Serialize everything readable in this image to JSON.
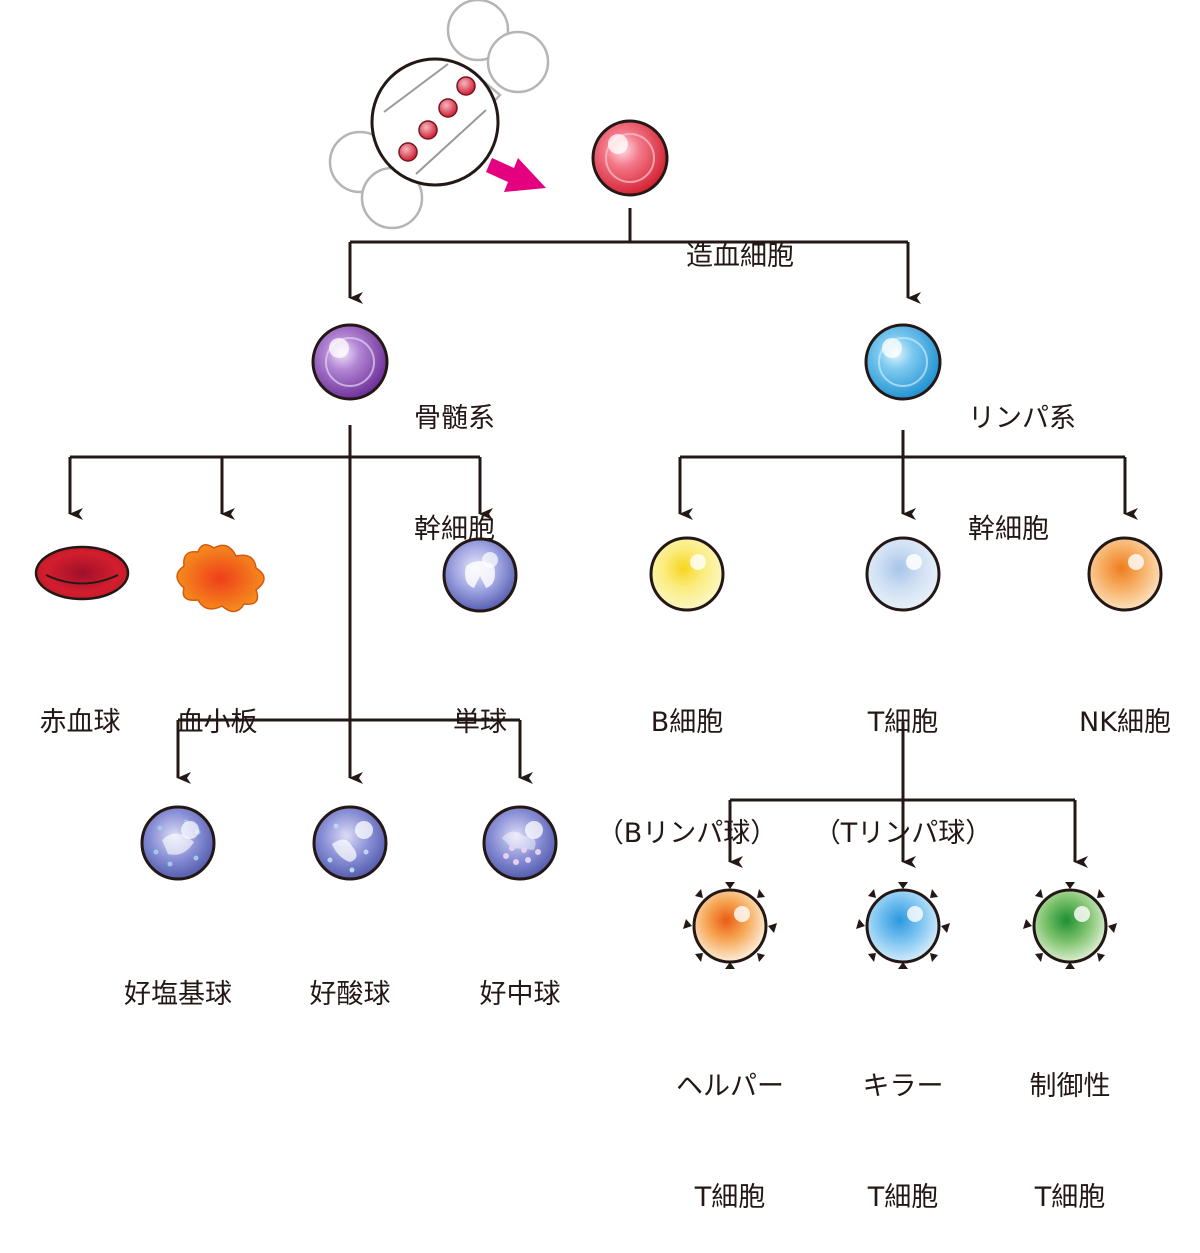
{
  "nodes": {
    "hsc": {
      "lines": [
        "造血細胞"
      ]
    },
    "myeloid": {
      "lines": [
        "骨髄系",
        "幹細胞"
      ]
    },
    "lymphoid": {
      "lines": [
        "リンパ系",
        "幹細胞"
      ]
    },
    "rbc": {
      "lines": [
        "赤血球"
      ]
    },
    "platelet": {
      "lines": [
        "血小板"
      ]
    },
    "monocyte": {
      "lines": [
        "単球"
      ]
    },
    "basophil": {
      "lines": [
        "好塩基球"
      ]
    },
    "eosinophil": {
      "lines": [
        "好酸球"
      ]
    },
    "neutrophil": {
      "lines": [
        "好中球"
      ]
    },
    "bcell": {
      "lines": [
        "B細胞",
        "（Bリンパ球）"
      ]
    },
    "tcell": {
      "lines": [
        "T細胞",
        "（Tリンパ球）"
      ]
    },
    "nkcell": {
      "lines": [
        "NK細胞"
      ]
    },
    "helper": {
      "lines": [
        "ヘルパー",
        "T細胞"
      ]
    },
    "killer": {
      "lines": [
        "キラー",
        "T細胞"
      ]
    },
    "regulatory": {
      "lines": [
        "制御性",
        "T細胞"
      ]
    }
  },
  "colors": {
    "line": "#231815",
    "arrow_pink": "#e4007f",
    "hsc": "#e3313b",
    "myeloid": "#7d3fa6",
    "lymphoid": "#35a8de",
    "rbc": "#c81927",
    "platelet": "#f07a16",
    "monocyte": "#5b63b5",
    "granulocyte": "#5b63b5",
    "bcell": "#f5e35a",
    "tcell": "#9fc5e8",
    "nkcell": "#f5a254",
    "helper": "#f08a22",
    "killer": "#3ba7e6",
    "regulatory": "#3a9e43"
  }
}
